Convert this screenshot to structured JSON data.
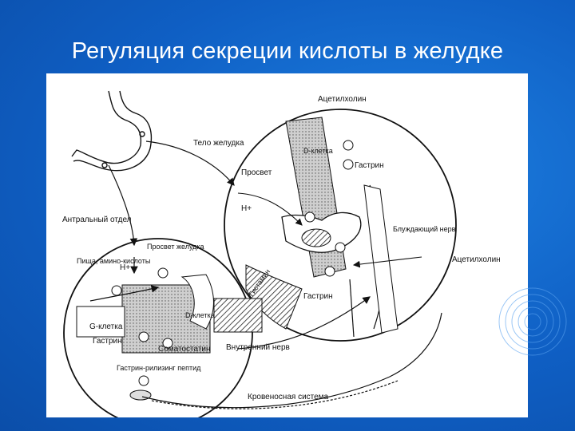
{
  "title": "Регуляция секреции кислоты в желудке",
  "labels": {
    "acetylcholine_top": "Ацетилхолин",
    "d_cell_top": "D-клетка",
    "gastrin_top": "Гастрин",
    "stomach_body": "Тело желудка",
    "lumen": "Просвет",
    "h_plus_right": "H+",
    "histamine": "Гистамин",
    "vagus_nerve": "Блуждающий нерв",
    "acetylcholine_right": "Ацетилхолин",
    "gastrin_right": "Гастрин",
    "antrum": "Антральный отдел",
    "food": "Пища, амино-кислоты",
    "h_plus_left": "H+",
    "stomach_lumen": "Просвет желудка",
    "d_cell_left": "D-клетка",
    "g_cell": "G-клетка",
    "gastrin_left": "Гастрин",
    "somatostatin": "Соматостатин",
    "internal_nerve": "Внутренний нерв",
    "grp": "Гастрин-рилизинг пептид",
    "circulation": "Кровеносная система"
  }
}
